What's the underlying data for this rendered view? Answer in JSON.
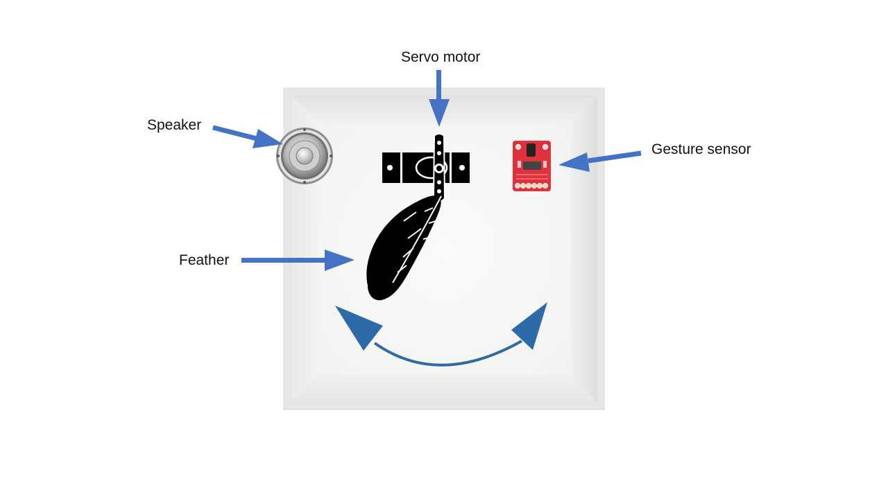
{
  "labels": {
    "servo_motor": "Servo motor",
    "speaker": "Speaker",
    "gesture_sensor": "Gesture sensor",
    "feather": "Feather"
  },
  "colors": {
    "arrow": "#4472c4",
    "swing_arrow": "#2e6aa8",
    "box_frame": "#e4e4e2",
    "box_floor": "#f6f6f4",
    "silhouette": "#000000",
    "sensor_board": "#e0323c"
  },
  "icons": [
    "speaker-icon",
    "servo-motor-icon",
    "feather-icon",
    "gesture-sensor-icon",
    "swing-arrow-icon"
  ]
}
